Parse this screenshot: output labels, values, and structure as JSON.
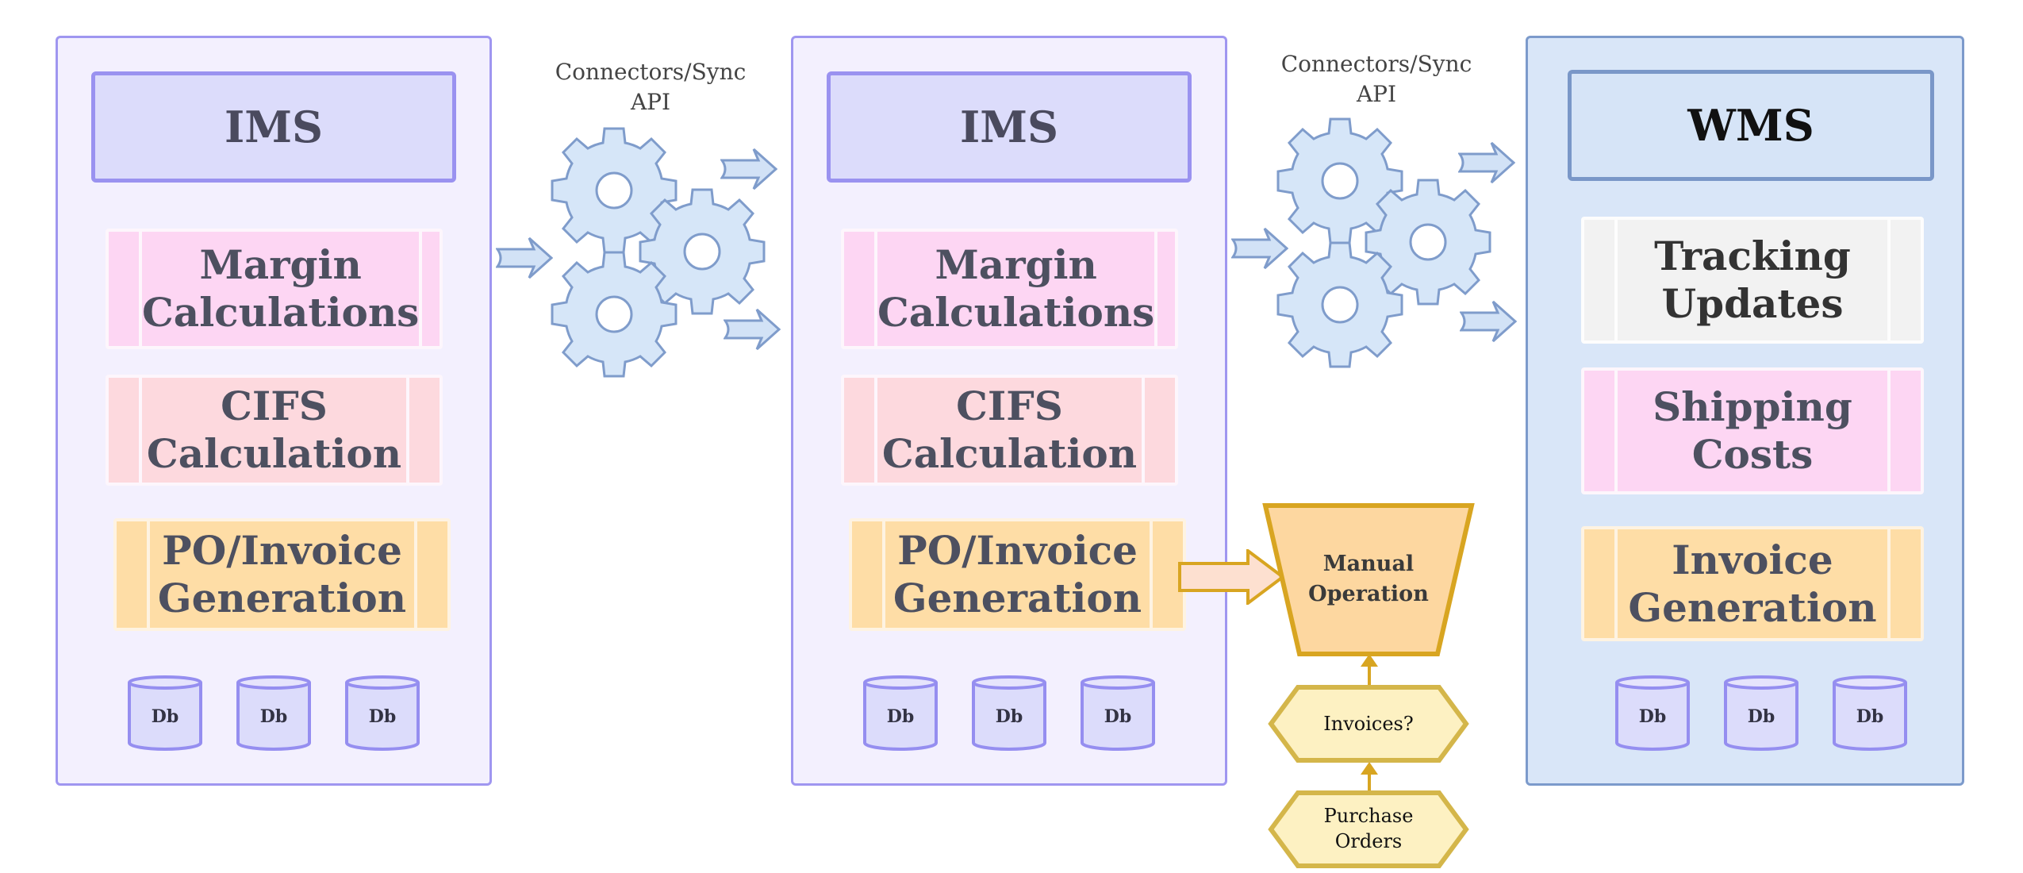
{
  "columns": [
    {
      "header": "IMS",
      "processes": [
        "Margin Calculations",
        "CIFS Calculation",
        "PO/Invoice Generation"
      ],
      "databases": [
        "Db",
        "Db",
        "Db"
      ]
    },
    {
      "header": "IMS",
      "processes": [
        "Margin Calculations",
        "CIFS Calculation",
        "PO/Invoice Generation"
      ],
      "databases": [
        "Db",
        "Db",
        "Db"
      ]
    },
    {
      "header": "WMS",
      "processes": [
        "Tracking Updates",
        "Shipping Costs",
        "Invoice Generation"
      ],
      "databases": [
        "Db",
        "Db",
        "Db"
      ]
    }
  ],
  "connectors": [
    {
      "line1": "Connectors/Sync",
      "line2": "API"
    },
    {
      "line1": "Connectors/Sync",
      "line2": "API"
    }
  ],
  "manual_operation": "Manual Operation",
  "invoices": "Invoices?",
  "purchase_orders": "Purchase Orders",
  "colors": {
    "ims_column": "#f3f0fe",
    "wms_column": "#d9e6f8",
    "margin": "#fdd6f3",
    "cifs": "#fdd9de",
    "po_invoice": "#fedda6",
    "tracking": "#f2f2f2",
    "gear_fill": "#d6e6f8",
    "gear_stroke": "#7f9ccb",
    "manual_op": "#fdd7a0",
    "manual_op_stroke": "#d8a521",
    "hexagon": "#fdf1c2",
    "hexagon_stroke": "#d4b64a"
  }
}
